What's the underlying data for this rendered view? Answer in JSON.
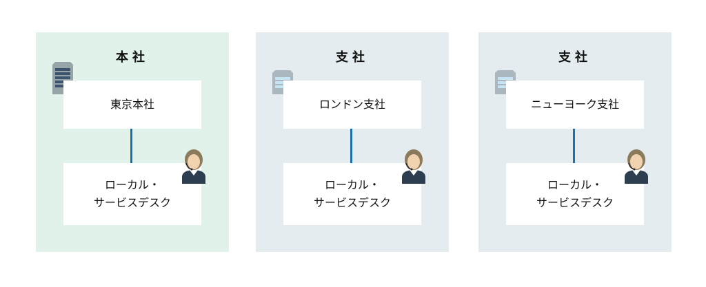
{
  "panels": [
    {
      "title": "本社",
      "office": "東京本社",
      "desk_line1": "ローカル・",
      "desk_line2": "サービスデスク"
    },
    {
      "title": "支社",
      "office": "ロンドン支社",
      "desk_line1": "ローカル・",
      "desk_line2": "サービスデスク"
    },
    {
      "title": "支社",
      "office": "ニューヨーク支社",
      "desk_line1": "ローカル・",
      "desk_line2": "サービスデスク"
    }
  ],
  "colors": {
    "hq_bg": "#e0f2e9",
    "branch_bg": "#e4ecf0",
    "connector": "#1a6fad"
  }
}
